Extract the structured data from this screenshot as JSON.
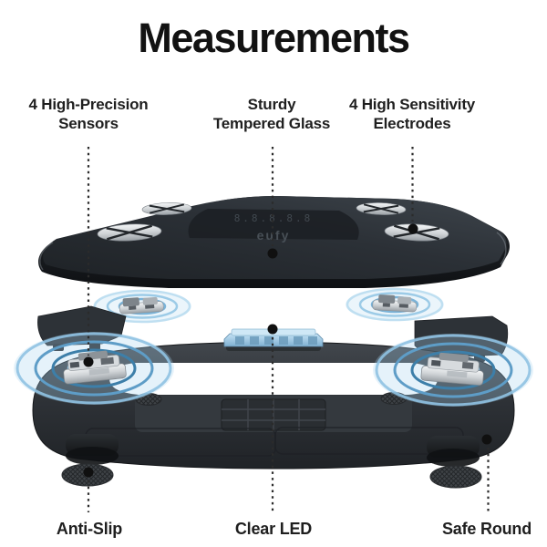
{
  "title": "Measurements",
  "callouts": {
    "sensors": {
      "line1": "4 High-Precision",
      "line2": "Sensors"
    },
    "glass": {
      "line1": "Sturdy",
      "line2": "Tempered Glass"
    },
    "electrodes": {
      "line1": "4 High Sensitivity",
      "line2": "Electrodes"
    },
    "anti_slip": {
      "label": "Anti-Slip"
    },
    "clear_led": {
      "label": "Clear LED"
    },
    "safe_round": {
      "label": "Safe Round"
    }
  },
  "product": {
    "brand": "eufy",
    "led_display": "8.8.8.8.8"
  },
  "colors": {
    "background": "#ffffff",
    "text": "#1f1f1f",
    "glass_dark": "#23272c",
    "glass_light": "#3a4046",
    "base_dark": "#26292d",
    "ripple_blue": "#5e9dc7",
    "ripple_light": "#bfdff1",
    "led_module_blue": "#9cc6e0",
    "electrode_silver": "#d9dcdf",
    "callout_line": "#2b2b2b"
  }
}
